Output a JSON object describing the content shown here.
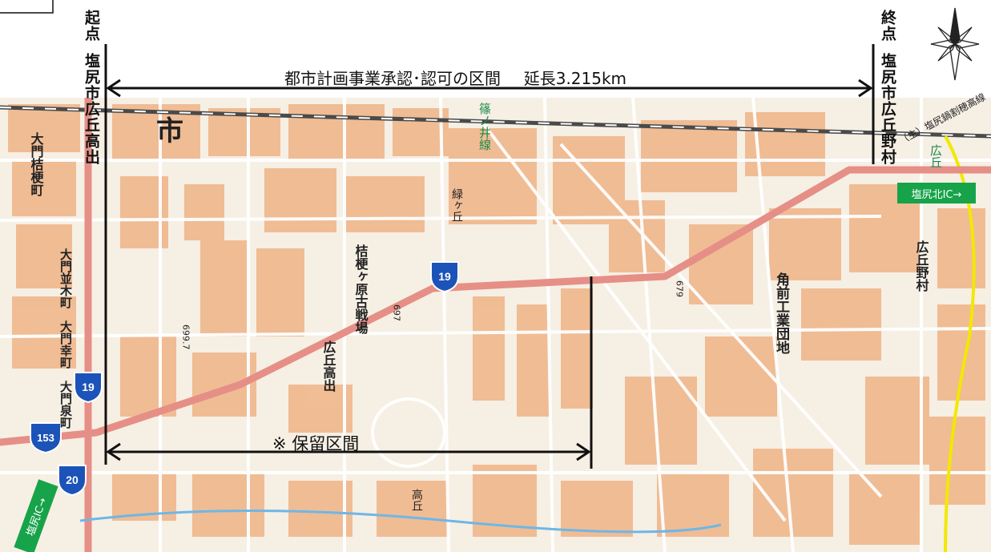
{
  "start": {
    "label": "起点",
    "address": "塩尻市広丘高出"
  },
  "end": {
    "label": "終点",
    "address": "塩尻市広丘野村"
  },
  "approved_section": {
    "text": "都市計画事業承認･認可の区間",
    "length_text": "延長3.215km"
  },
  "reserved_section": {
    "text": "※ 保留区間"
  },
  "interchange_buttons": {
    "north": "塩尻北IC→",
    "south": "塩尻IC→"
  },
  "route_shields": [
    "19",
    "19",
    "153",
    "20"
  ],
  "map_labels": {
    "city": "市",
    "rail": "篠ノ井線",
    "highway": "（主）塩尻鍋割穂高線",
    "hirooka_north": "広丘",
    "district_a": "大門桔梗町",
    "district_b": "大門並木町",
    "district_c": "大門幸町",
    "district_d": "大門泉町",
    "district_e": "桔梗ヶ原古戦場",
    "district_f": "緑ヶ丘",
    "district_g": "広丘高出",
    "district_h": "角前工業団地",
    "district_i": "広丘野村",
    "district_j": "高丘",
    "elev1": "697",
    "elev2": "699.7",
    "elev3": "679"
  },
  "colors": {
    "map_bg": "#f6efe4",
    "building": "#f0b78c",
    "road_main": "#e58f87",
    "rail": "#4a4a4a",
    "shield": "#1b53b8",
    "ic_button": "#17a34a",
    "yellow_line": "#f2e800"
  }
}
